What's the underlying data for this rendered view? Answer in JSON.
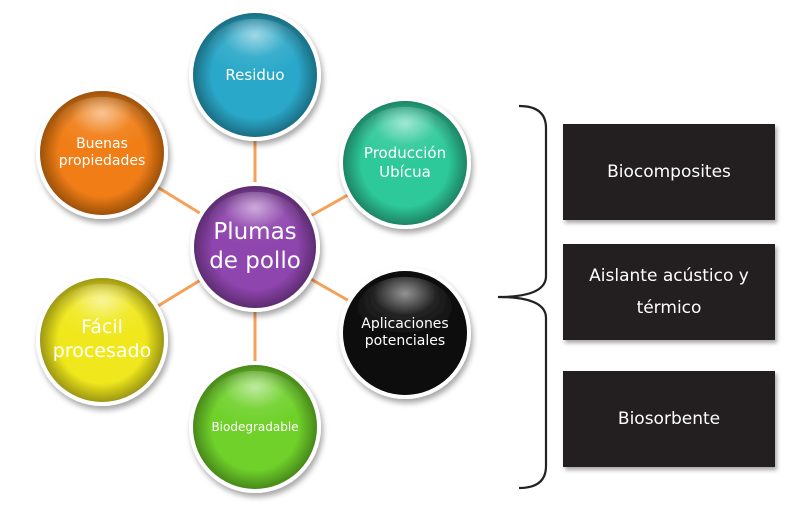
{
  "center": {
    "label_line1": "Plumas",
    "label_line2": "de pollo",
    "color": "#8e44ad"
  },
  "nodes": [
    {
      "id": "residuo",
      "line1": "Residuo",
      "line2": "",
      "color": "#2aa8c9"
    },
    {
      "id": "produccion",
      "line1": "Producción",
      "line2": "Ubícua",
      "color": "#2ec99a"
    },
    {
      "id": "aplicaciones",
      "line1": "Aplicaciones",
      "line2": "potenciales",
      "color": "#111111"
    },
    {
      "id": "biodegradable",
      "line1": "Biodegradable",
      "line2": "",
      "color": "#6fd12a"
    },
    {
      "id": "facil",
      "line1": "Fácil",
      "line2": "procesado",
      "color": "#f0e81c"
    },
    {
      "id": "buenas",
      "line1": "Buenas",
      "line2": "propiedades",
      "color": "#f07d14"
    }
  ],
  "connector_color": "#f4a259",
  "applications": {
    "item1": "Biocomposites",
    "item2_line1": "Aislante acústico y",
    "item2_line2": "térmico",
    "item3": "Biosorbente"
  }
}
